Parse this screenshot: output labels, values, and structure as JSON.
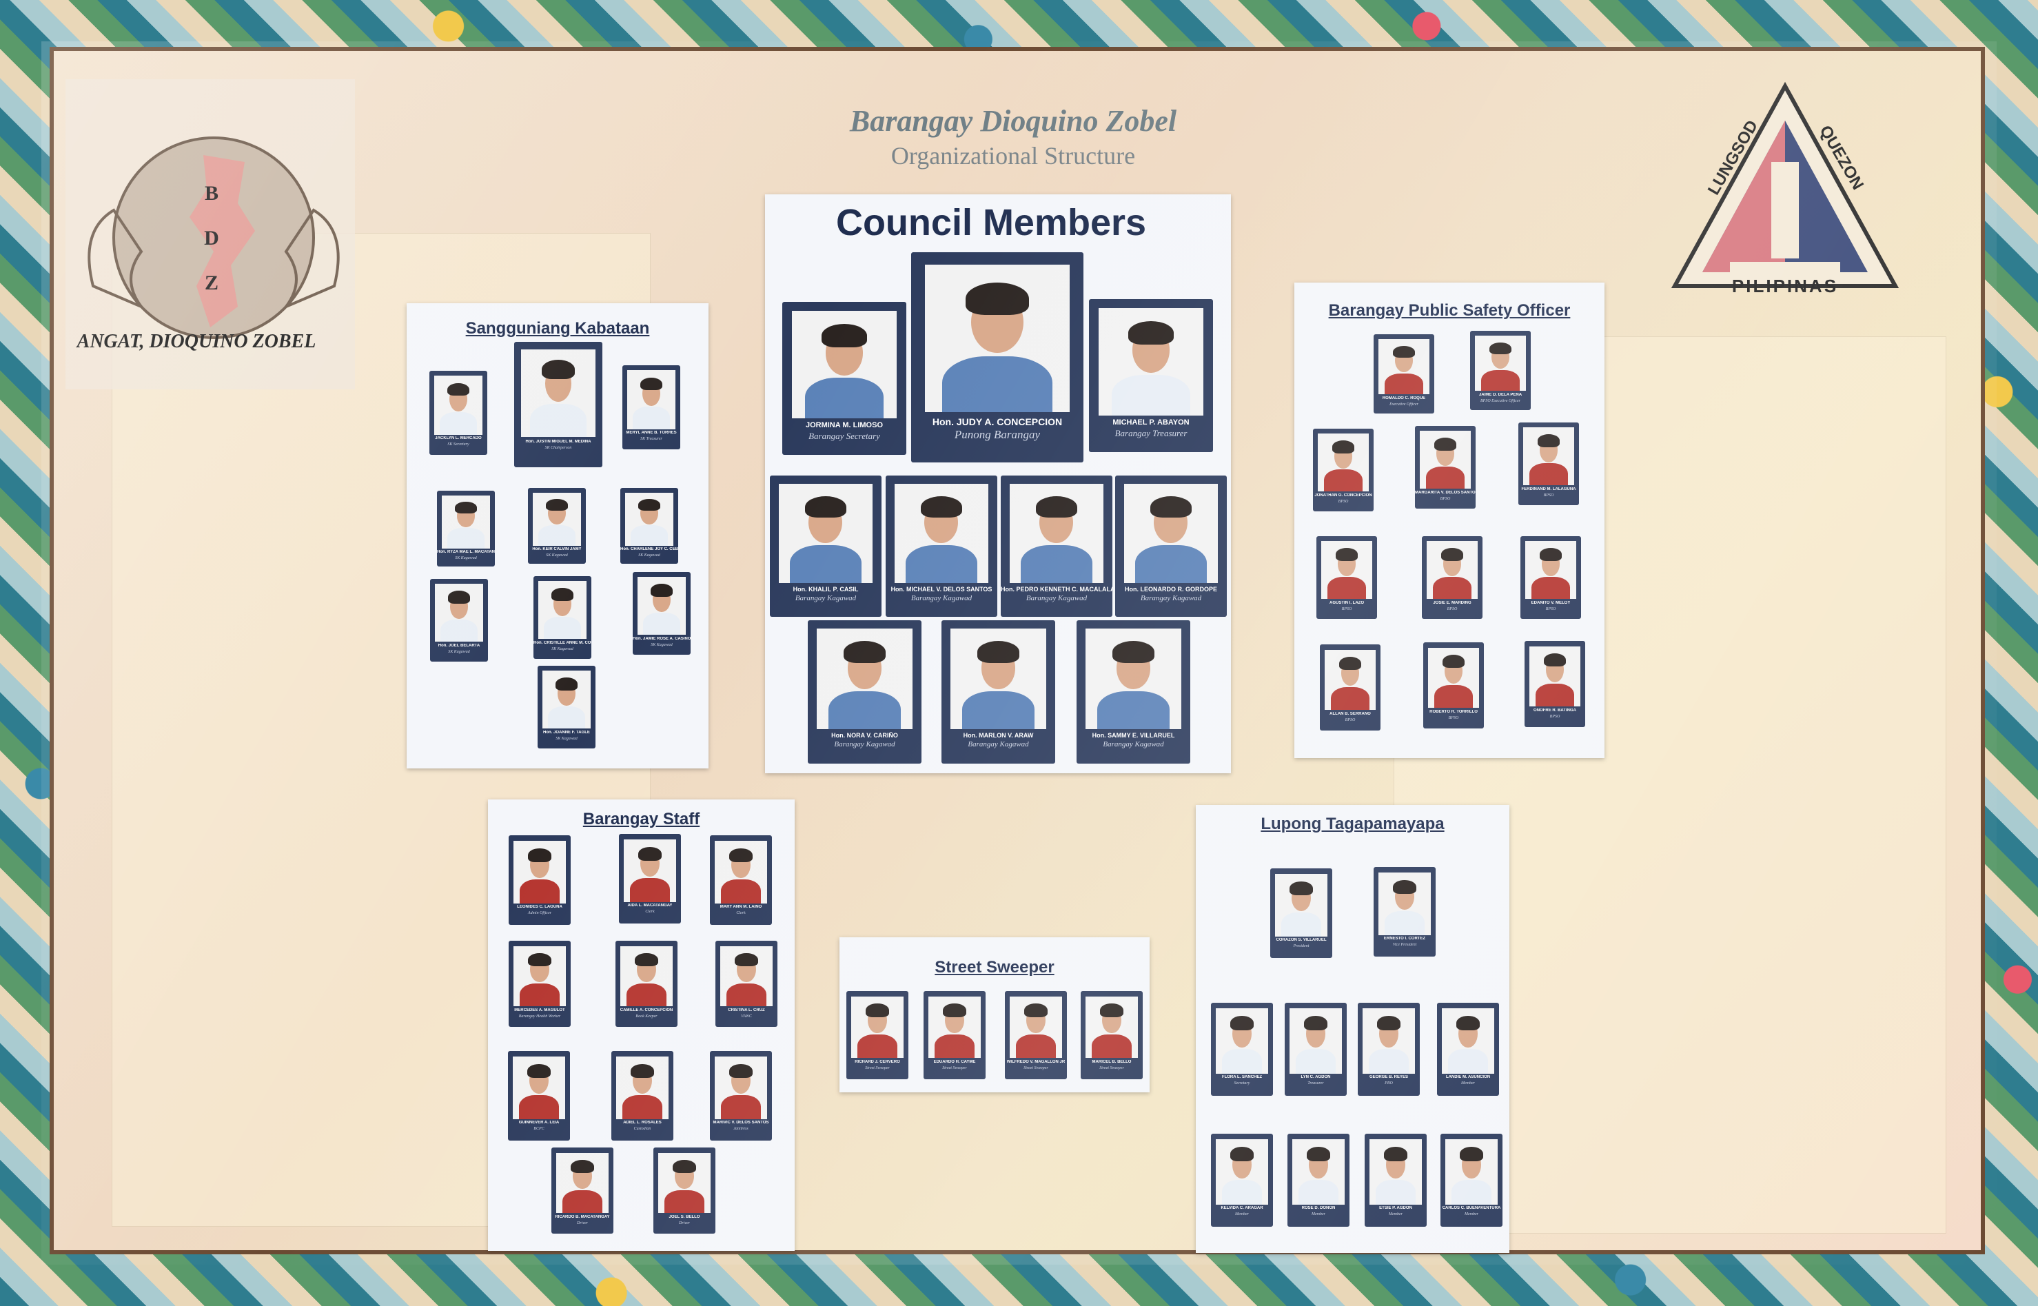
{
  "header": {
    "title": "Barangay Dioquino Zobel",
    "subtitle": "Organizational Structure"
  },
  "logo_bdz": {
    "letters": "B D Z",
    "motto": "ANGAT, DIOQUINO ZOBEL"
  },
  "logo_qc": {
    "text_left": "LUNGSOD",
    "text_right": "QUEZON",
    "text_bottom": "PILIPINAS"
  },
  "council": {
    "title": "Council Members",
    "top": [
      {
        "name": "JORMINA M. LIMOSO",
        "role": "Barangay Secretary"
      },
      {
        "name": "Hon. JUDY A. CONCEPCION",
        "role": "Punong Barangay"
      },
      {
        "name": "MICHAEL P. ABAYON",
        "role": "Barangay Treasurer"
      }
    ],
    "kagawad": [
      {
        "name": "Hon. KHALIL P. CASIL",
        "role": "Barangay Kagawad"
      },
      {
        "name": "Hon. MICHAEL V. DELOS SANTOS",
        "role": "Barangay Kagawad"
      },
      {
        "name": "Hon. PEDRO KENNETH C. MACALALAD",
        "role": "Barangay Kagawad"
      },
      {
        "name": "Hon. LEONARDO R. GORDOPE",
        "role": "Barangay Kagawad"
      },
      {
        "name": "Hon. NORA V. CARIÑO",
        "role": "Barangay Kagawad"
      },
      {
        "name": "Hon. MARLON V. ARAW",
        "role": "Barangay Kagawad"
      },
      {
        "name": "Hon. SAMMY E. VILLARUEL",
        "role": "Barangay Kagawad"
      }
    ]
  },
  "sk": {
    "title": "Sangguniang Kabataan",
    "members": [
      {
        "name": "JACKLYN L. MERCADO",
        "role": "SK Secretary"
      },
      {
        "name": "Hon. JUSTIN MIGUEL M. MEDINA",
        "role": "SK Chairperson"
      },
      {
        "name": "MERYL ANNE B. TORRES",
        "role": "SK Treasurer"
      },
      {
        "name": "Hon. RYZA MAE L. MACATANGAY",
        "role": "SK Kagawad"
      },
      {
        "name": "Hon. KEIR CALVIN JAMY",
        "role": "SK Kagawad"
      },
      {
        "name": "Hon. CHARLENE JOY C. CEBALLOS",
        "role": "SK Kagawad"
      },
      {
        "name": "Hon. JOEL BELARTA",
        "role": "SK Kagawad"
      },
      {
        "name": "Hon. CRISTILLE ANNE M. CORDOVA",
        "role": "SK Kagawad"
      },
      {
        "name": "Hon. JAMIE ROSE A. CASINO",
        "role": "SK Kagawad"
      },
      {
        "name": "Hon. JOANNE F. TAGLE",
        "role": "SK Kagawad"
      }
    ]
  },
  "bpso": {
    "title": "Barangay Public Safety Officer",
    "members": [
      {
        "name": "ROMALDO C. ROQUE",
        "role": "Executive Officer"
      },
      {
        "name": "JAIME D. DELA PEÑA",
        "role": "BPSO Executive Officer"
      },
      {
        "name": "JONATHAN G. CONCEPCION",
        "role": "BPSO"
      },
      {
        "name": "MARGARITA V. DELOS SANTOS",
        "role": "BPSO"
      },
      {
        "name": "FERDINAND M. LALAGUNA",
        "role": "BPSO"
      },
      {
        "name": "AGUSTIN I. LAZO",
        "role": "BPSO"
      },
      {
        "name": "JOSIE E. MARDING",
        "role": "BPSO"
      },
      {
        "name": "EDANITO V. MELOY",
        "role": "BPSO"
      },
      {
        "name": "ALLAN B. SERRANO",
        "role": "BPSO"
      },
      {
        "name": "ROBERTO R. TORRILLO",
        "role": "BPSO"
      },
      {
        "name": "ONOFRE R. BATINGA",
        "role": "BPSO"
      }
    ]
  },
  "staff": {
    "title": "Barangay Staff",
    "members": [
      {
        "name": "LEONIDES C. LAGUNA",
        "role": "Admin Officer"
      },
      {
        "name": "AIDA L. MACATANGAY",
        "role": "Clerk"
      },
      {
        "name": "MARY ANN M. LAINO",
        "role": "Clerk"
      },
      {
        "name": "MERCEDES A. MAGULOT",
        "role": "Barangay Health Worker"
      },
      {
        "name": "CAMILLE A. CONCEPCION",
        "role": "Book Keeper"
      },
      {
        "name": "CRISTINA L. CRUZ",
        "role": "VAWC"
      },
      {
        "name": "GUINNEVER A. LEIA",
        "role": "BCPC"
      },
      {
        "name": "ADIEL L. ROSALES",
        "role": "Custodian"
      },
      {
        "name": "MARIVIC V. DELOS SANTOS",
        "role": "Janitress"
      },
      {
        "name": "RICARDO B. MACATANGAY",
        "role": "Driver"
      },
      {
        "name": "JOEL S. BELLO",
        "role": "Driver"
      }
    ]
  },
  "sweeper": {
    "title": "Street Sweeper",
    "members": [
      {
        "name": "RICHARD J. CERVERO",
        "role": "Street Sweeper"
      },
      {
        "name": "EDUARDO H. CAYME",
        "role": "Street Sweeper"
      },
      {
        "name": "WILFREDO V. MAGALLON JR",
        "role": "Street Sweeper"
      },
      {
        "name": "MARICEL B. BELLO",
        "role": "Street Sweeper"
      }
    ]
  },
  "lupon": {
    "title": "Lupong Tagapamayapa",
    "members": [
      {
        "name": "CORAZON S. VILLARUEL",
        "role": "President"
      },
      {
        "name": "ERNESTO I. CORTEZ",
        "role": "Vice President"
      },
      {
        "name": "FLORA L. SANCHEZ",
        "role": "Secretary"
      },
      {
        "name": "LYN C. AGDON",
        "role": "Treasurer"
      },
      {
        "name": "GEORGE B. REYES",
        "role": "PRO"
      },
      {
        "name": "LANDIE M. ASUNCION",
        "role": "Member"
      },
      {
        "name": "KELVIDA C. ARAGAR",
        "role": "Member"
      },
      {
        "name": "ROSE D. DOÑON",
        "role": "Member"
      },
      {
        "name": "ETSIE P. AGDON",
        "role": "Member"
      },
      {
        "name": "CARLOS C. BUENAVENTURA",
        "role": "Member"
      }
    ]
  },
  "colors": {
    "card": "#2b3a5c",
    "title": "#1f2d4f",
    "shirt_blue": "#5b82b8",
    "shirt_red": "#b5352f",
    "shirt_white": "#e8eef5"
  }
}
